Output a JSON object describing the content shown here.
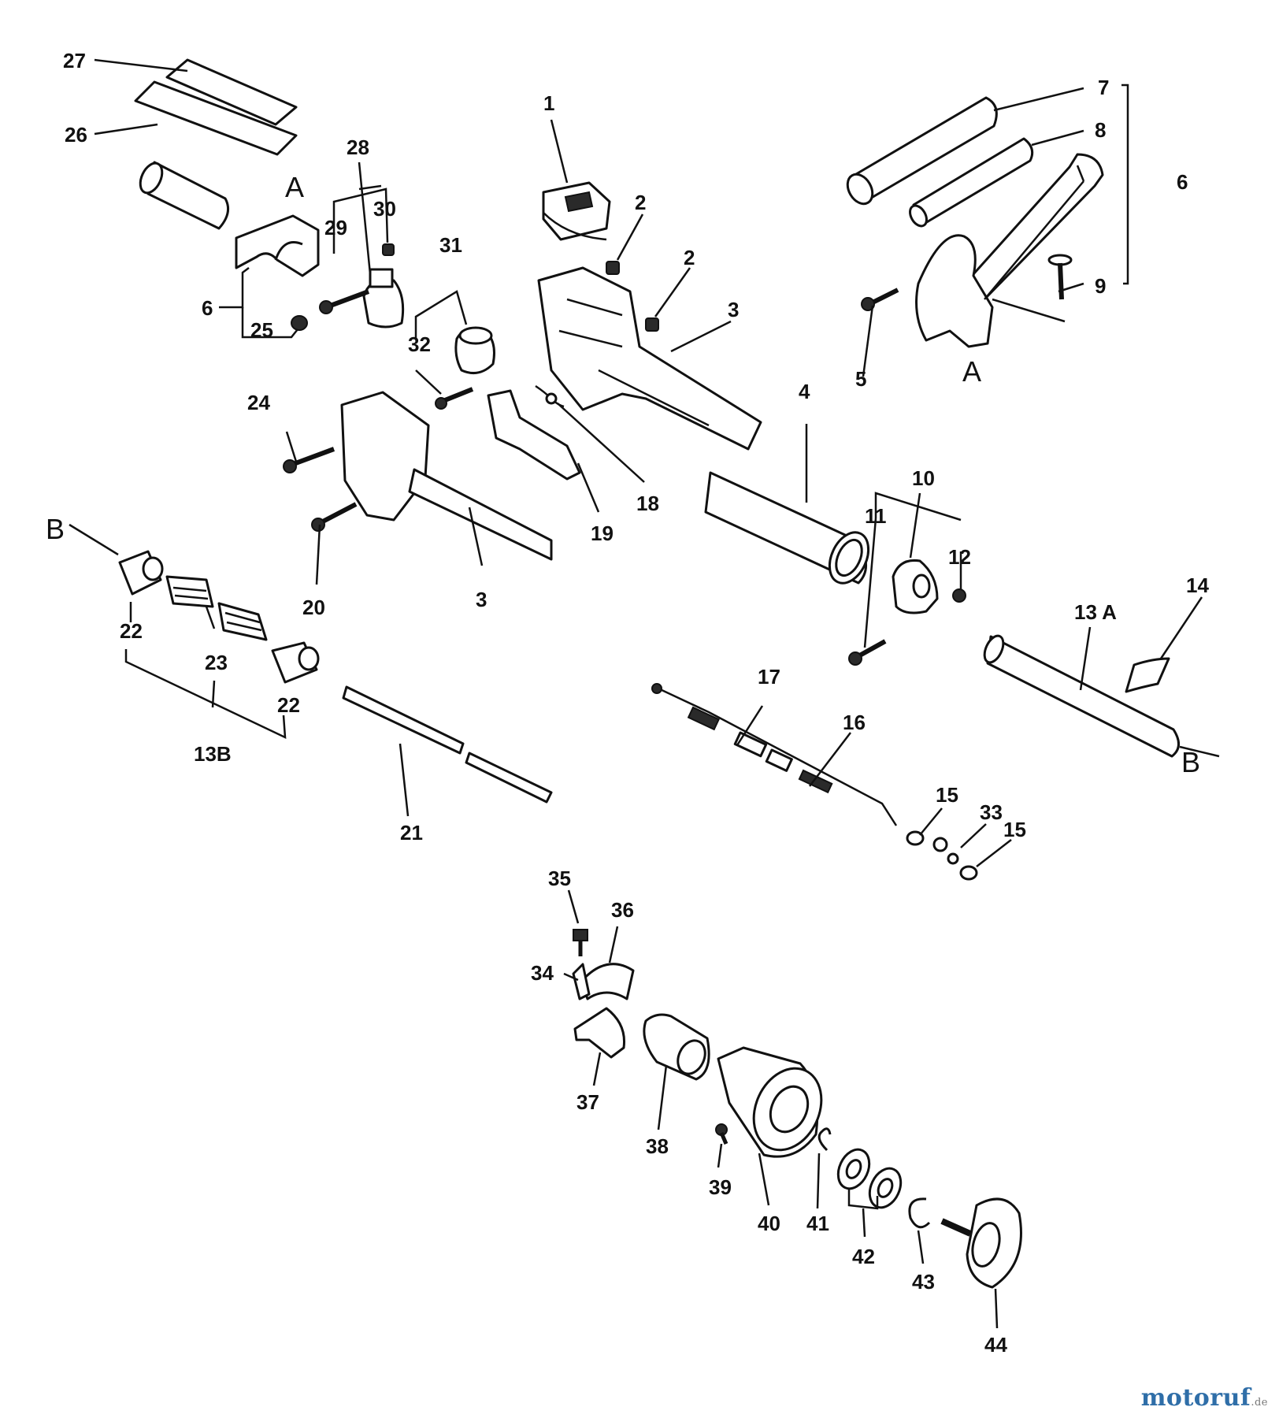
{
  "callouts": {
    "c1": "1",
    "c2a": "2",
    "c2b": "2",
    "c3a": "3",
    "c3b": "3",
    "c4": "4",
    "c5": "5",
    "c6a": "6",
    "c6b": "6",
    "c7": "7",
    "c8": "8",
    "c9": "9",
    "c10": "10",
    "c11": "11",
    "c12": "12",
    "c13a": "13 A",
    "c13b": "13B",
    "c14": "14",
    "c15a": "15",
    "c15b": "15",
    "c16": "16",
    "c17": "17",
    "c18": "18",
    "c19": "19",
    "c20": "20",
    "c21": "21",
    "c22a": "22",
    "c22b": "22",
    "c23": "23",
    "c24": "24",
    "c25": "25",
    "c26": "26",
    "c27": "27",
    "c28": "28",
    "c29": "29",
    "c30": "30",
    "c31": "31",
    "c32": "32",
    "c33": "33",
    "c34": "34",
    "c35": "35",
    "c36": "36",
    "c37": "37",
    "c38": "38",
    "c39": "39",
    "c40": "40",
    "c41": "41",
    "c42": "42",
    "c43": "43",
    "c44": "44"
  },
  "refs": {
    "a1": "A",
    "a2": "A",
    "b1": "B",
    "b2": "B"
  },
  "watermark": {
    "text": "motoruf",
    "suffix": ".de"
  }
}
